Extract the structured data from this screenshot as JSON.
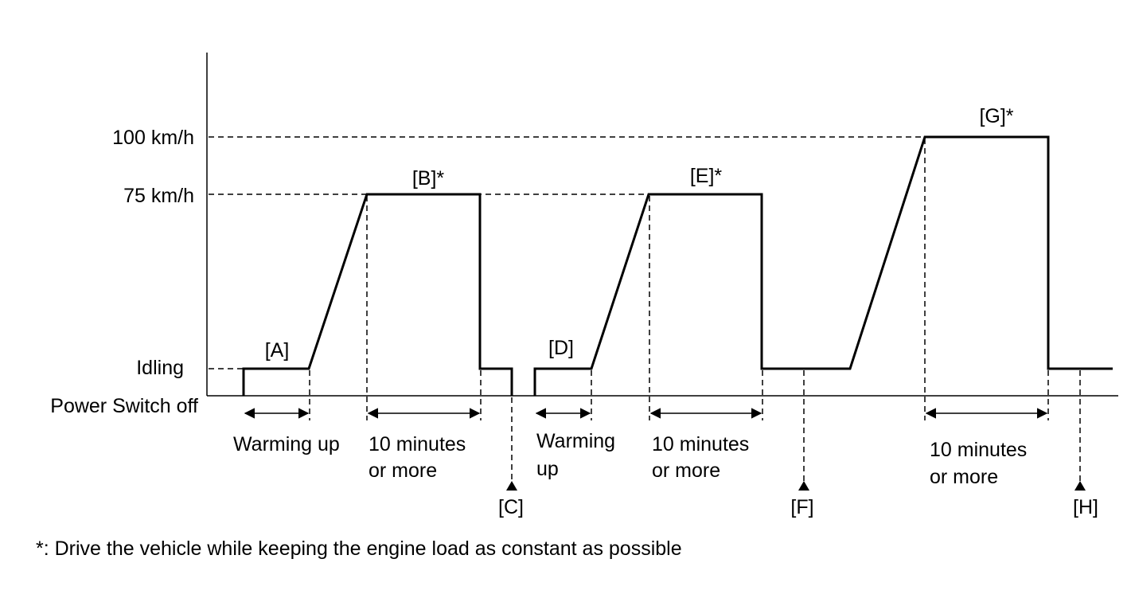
{
  "axis": {
    "y_levels": [
      "100 km/h",
      "75 km/h",
      "Idling",
      "Power Switch off"
    ]
  },
  "markers": [
    "[A]",
    "[B]*",
    "[D]",
    "[E]*",
    "[G]*"
  ],
  "events": [
    "[C]",
    "[F]",
    "[H]"
  ],
  "durations": {
    "warming_1": "Warming up",
    "b_line1": "10 minutes",
    "b_line2": "or more",
    "warming_2_line1": "Warming",
    "warming_2_line2": "up",
    "e_line1": "10 minutes",
    "e_line2": "or more",
    "g_line1": "10 minutes",
    "g_line2": "or more"
  },
  "footnote": "*: Drive the vehicle while keeping the engine load as constant as possible"
}
